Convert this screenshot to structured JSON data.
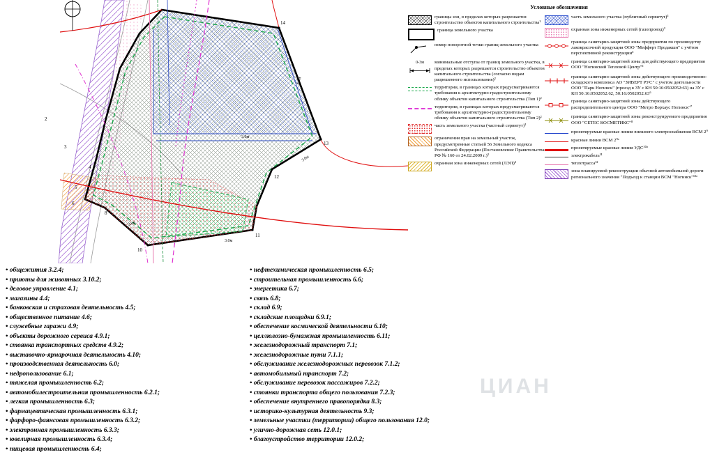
{
  "legend": {
    "title": "Условные обозначения",
    "left": [
      {
        "text": "границы зон, в пределах которых разрешается строительство объектов капитального строительства¹"
      },
      {
        "text": "граница земельного участка"
      },
      {
        "text": "номер поворотной точки границ земельного участка"
      },
      {
        "symbol_label": "0-3м",
        "text": "минимальные отступы от границ земельного участка, в пределах которых разрешается строительство объектов капитального строительства (согласно видам разрешенного использования)²"
      },
      {
        "text": "территории, в границах которых предусматриваются требования к архитектурно-градостроительному облику объектов капитального строительства (Тип 1)²"
      },
      {
        "text": "территории, в границах которых предусматриваются требования к архитектурно-градостроительному облику объектов капитального строительства (Тип 2)²"
      },
      {
        "text": "часть земельного участка (частный сервитут)³"
      },
      {
        "text": "ограничения прав на земельный участок, предусмотренные статьей 56 Земельного кодекса Российской Федерации (Постановление Правительства РФ № 160 от 24.02.2009 г.)³"
      },
      {
        "text": "охранная зона инженерных сетей (ЛЭП)³"
      }
    ],
    "right": [
      {
        "text": "часть земельного участка (публичный сервитут)³"
      },
      {
        "text": "охранная зона инженерных сетей (газопровод)³"
      },
      {
        "text": "граница санитарно-защитной зоны предприятия по производству лакокрасочной продукции ООО \"Мефферт Продакшн\" с учётом перспективной реконструкции⁴"
      },
      {
        "text": "граница санитарно-защитной зоны для действующего предприятия ООО \"Ногинский Тепловой Центр\"⁵"
      },
      {
        "text": "граница санитарно-защитной зоны действующего производственно-складского комплекса АО \"ЗИВЕРТ РУС\" с учетом деятельности ООО \"Парк Ногинск\" (проезд к ЗУ с КН 50:16:0502052:63) на ЗУ с КН 50:16:0502052:62, 50:16:0502052:63⁶"
      },
      {
        "text": "граница санитарно-защитной зоны действующего распределительного центра ООО \"Метро Вэрхаус Ногинск\"⁷"
      },
      {
        "text": "граница санитарно-защитной зоны реконструируемого предприятия ООО \"СЕТЕС КОСМЕТИКС\"⁸"
      },
      {
        "text": "проектируемые красные линии внешнего электроснабжения ВСМ 2⁹"
      },
      {
        "text": "красные линии ВСМ 2⁹ᵃ"
      },
      {
        "text": "проектируемые красные линии УДС¹⁰ᵃ"
      },
      {
        "text": "электрокабель¹¹"
      },
      {
        "text": "теплотрасса¹²"
      },
      {
        "text": "зона планируемой реконструкции обычной автомобильной дороги регионального значения \"Подъезд к станции ВСМ \"Ногинск\"¹³ᵃ"
      }
    ]
  },
  "map": {
    "points": [
      "14",
      "13",
      "12",
      "11",
      "10",
      "8",
      "6",
      "5",
      "4",
      "3",
      "2",
      "1"
    ],
    "dims": [
      "3.0м",
      "3.0м",
      "3.0м",
      "3.0м",
      "3.0м"
    ]
  },
  "land_use": {
    "left": [
      "общежития 3.2.4;",
      "приюты для животных 3.10.2;",
      "деловое управление 4.1;",
      "магазины 4.4;",
      "банковская и страховая деятельность 4.5;",
      "общественное питание 4.6;",
      "служебные гаражи 4.9;",
      "объекты дорожного сервиса 4.9.1;",
      "стоянка транспортных средств 4.9.2;",
      "выставочно-ярмарочная деятельность 4.10;",
      "производственная деятельность 6.0;",
      "недропользование 6.1;",
      "тяжелая промышленность 6.2;",
      "автомобилестроительная промышленность 6.2.1;",
      "легкая промышленность 6.3;",
      "фармацевтическая промышленность 6.3.1;",
      "фарфоро-фаянсовая промышленность 6.3.2;",
      "электронная промышленность 6.3.3;",
      "ювелирная промышленность 6.3.4;",
      "пищевая промышленность 6.4;"
    ],
    "right": [
      "нефтехимическая промышленность 6.5;",
      "строительная промышленность 6.6;",
      "энергетика 6.7;",
      "связь 6.8;",
      "склад 6.9;",
      "складские площадки 6.9.1;",
      "обеспечение космической деятельности 6.10;",
      "целлюлозно-бумажная промышленность 6.11;",
      "железнодорожный транспорт 7.1;",
      "железнодорожные пути 7.1.1;",
      "обслуживание железнодорожных перевозок 7.1.2;",
      "автомобильный транспорт 7.2;",
      "обслуживание перевозок пассажиров 7.2.2;",
      "стоянки транспорта общего пользования 7.2.3;",
      "обеспечение внутреннего правопорядка 8.3;",
      "историко-культурная деятельность 9.3;",
      "земельные участки (территории) общего пользования 12.0;",
      "улично-дорожная сеть 12.0.1;",
      "благоустройство территории 12.0.2;"
    ]
  },
  "watermark": "ЦИАН"
}
